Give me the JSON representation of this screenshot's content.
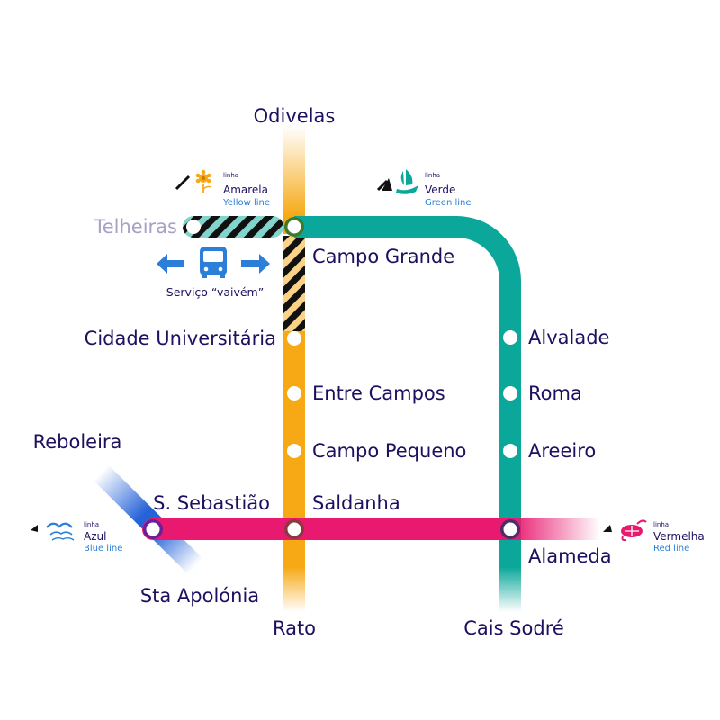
{
  "colors": {
    "yellow": "#f6a915",
    "green": "#0aa79a",
    "red": "#e8196f",
    "blue": "#2563d8",
    "text": "#1e1060",
    "label_blue": "#2b7fd8",
    "grey_text": "#a6a2c6",
    "teal_stripe": "#82d5cc",
    "yellow_stripe": "#fbd286"
  },
  "stations": {
    "odivelas": "Odivelas",
    "telheiras": "Telheiras",
    "campo_grande": "Campo Grande",
    "cidade_universitaria": "Cidade Universitária",
    "entre_campos": "Entre Campos",
    "campo_pequeno": "Campo Pequeno",
    "saldanha": "Saldanha",
    "s_sebastiao": "S. Sebastião",
    "rato": "Rato",
    "alvalade": "Alvalade",
    "roma": "Roma",
    "areeiro": "Areeiro",
    "alameda": "Alameda",
    "cais_sodre": "Cais Sodré",
    "reboleira": "Reboleira",
    "sta_apolonia": "Sta Apolónia"
  },
  "legend": {
    "yellow": {
      "prefix": "linha",
      "name": "Amarela",
      "english": "Yellow line",
      "icon": "sunflower-icon"
    },
    "green": {
      "prefix": "linha",
      "name": "Verde",
      "english": "Green line",
      "icon": "caravel-icon"
    },
    "blue": {
      "prefix": "linha",
      "name": "Azul",
      "english": "Blue line",
      "icon": "seagull-icon"
    },
    "red": {
      "prefix": "linha",
      "name": "Vermelha",
      "english": "Red line",
      "icon": "compass-rose-icon"
    }
  },
  "shuttle": {
    "label": "Serviço “vaivém”",
    "icon": "bus-icon"
  }
}
